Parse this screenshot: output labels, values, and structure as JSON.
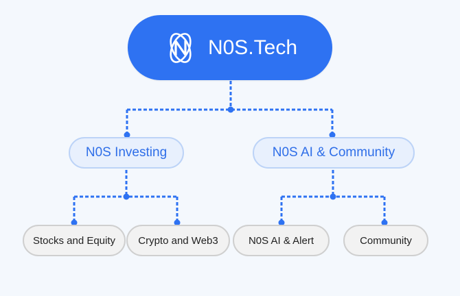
{
  "root": {
    "label": "N0S.Tech",
    "logo_icon": "nos-logo-icon"
  },
  "branches": [
    {
      "label": "N0S Investing",
      "children": [
        "Stocks and Equity",
        "Crypto and Web3"
      ]
    },
    {
      "label": "N0S AI & Community",
      "children": [
        "N0S AI & Alert",
        "Community"
      ]
    }
  ],
  "colors": {
    "root_fill": "#2e72f2",
    "connector": "#2e72f2",
    "branch_fill": "#e8f0fd",
    "branch_border": "#bcd3f7",
    "branch_text": "#2e6ee8",
    "leaf_fill": "#f2f2f2",
    "leaf_border": "#cfcfcf"
  }
}
